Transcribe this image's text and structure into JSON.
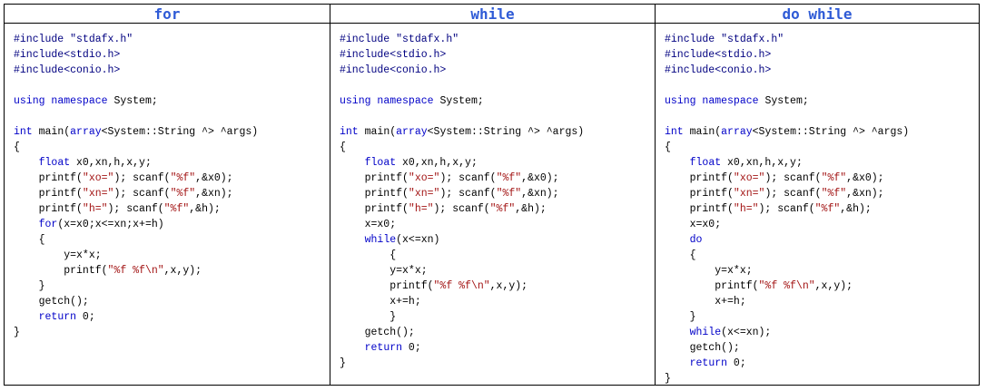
{
  "columns": [
    {
      "title": "for",
      "lines": [
        [
          [
            "d",
            "#include \"stdafx.h\""
          ]
        ],
        [
          [
            "d",
            "#include<stdio.h>"
          ]
        ],
        [
          [
            "d",
            "#include<conio.h>"
          ]
        ],
        [],
        [
          [
            "k",
            "using"
          ],
          [
            "t",
            " "
          ],
          [
            "k",
            "namespace"
          ],
          [
            "t",
            " System;"
          ]
        ],
        [],
        [
          [
            "k",
            "int"
          ],
          [
            "t",
            " main("
          ],
          [
            "k",
            "array"
          ],
          [
            "t",
            "<System::String ^> ^args)"
          ]
        ],
        [
          [
            "t",
            "{"
          ]
        ],
        [
          [
            "t",
            "    "
          ],
          [
            "k",
            "float"
          ],
          [
            "t",
            " x0,xn,h,x,y;"
          ]
        ],
        [
          [
            "t",
            "    printf("
          ],
          [
            "s",
            "\"xo=\""
          ],
          [
            "t",
            "); scanf("
          ],
          [
            "s",
            "\"%f\""
          ],
          [
            "t",
            ",&x0);"
          ]
        ],
        [
          [
            "t",
            "    printf("
          ],
          [
            "s",
            "\"xn=\""
          ],
          [
            "t",
            "); scanf("
          ],
          [
            "s",
            "\"%f\""
          ],
          [
            "t",
            ",&xn);"
          ]
        ],
        [
          [
            "t",
            "    printf("
          ],
          [
            "s",
            "\"h=\""
          ],
          [
            "t",
            "); scanf("
          ],
          [
            "s",
            "\"%f\""
          ],
          [
            "t",
            ",&h);"
          ]
        ],
        [
          [
            "t",
            "    "
          ],
          [
            "k",
            "for"
          ],
          [
            "t",
            "(x=x0;x<=xn;x+=h)"
          ]
        ],
        [
          [
            "t",
            "    {"
          ]
        ],
        [
          [
            "t",
            "        y=x*x;"
          ]
        ],
        [
          [
            "t",
            "        printf("
          ],
          [
            "s",
            "\"%f %f\\n\""
          ],
          [
            "t",
            ",x,y);"
          ]
        ],
        [
          [
            "t",
            "    }"
          ]
        ],
        [
          [
            "t",
            "    getch();"
          ]
        ],
        [
          [
            "t",
            "    "
          ],
          [
            "k",
            "return"
          ],
          [
            "t",
            " 0;"
          ]
        ],
        [
          [
            "t",
            "}"
          ]
        ]
      ]
    },
    {
      "title": "while",
      "lines": [
        [
          [
            "d",
            "#include \"stdafx.h\""
          ]
        ],
        [
          [
            "d",
            "#include<stdio.h>"
          ]
        ],
        [
          [
            "d",
            "#include<conio.h>"
          ]
        ],
        [],
        [
          [
            "k",
            "using"
          ],
          [
            "t",
            " "
          ],
          [
            "k",
            "namespace"
          ],
          [
            "t",
            " System;"
          ]
        ],
        [],
        [
          [
            "k",
            "int"
          ],
          [
            "t",
            " main("
          ],
          [
            "k",
            "array"
          ],
          [
            "t",
            "<System::String ^> ^args)"
          ]
        ],
        [
          [
            "t",
            "{"
          ]
        ],
        [
          [
            "t",
            "    "
          ],
          [
            "k",
            "float"
          ],
          [
            "t",
            " x0,xn,h,x,y;"
          ]
        ],
        [
          [
            "t",
            "    printf("
          ],
          [
            "s",
            "\"xo=\""
          ],
          [
            "t",
            "); scanf("
          ],
          [
            "s",
            "\"%f\""
          ],
          [
            "t",
            ",&x0);"
          ]
        ],
        [
          [
            "t",
            "    printf("
          ],
          [
            "s",
            "\"xn=\""
          ],
          [
            "t",
            "); scanf("
          ],
          [
            "s",
            "\"%f\""
          ],
          [
            "t",
            ",&xn);"
          ]
        ],
        [
          [
            "t",
            "    printf("
          ],
          [
            "s",
            "\"h=\""
          ],
          [
            "t",
            "); scanf("
          ],
          [
            "s",
            "\"%f\""
          ],
          [
            "t",
            ",&h);"
          ]
        ],
        [
          [
            "t",
            "    x=x0;"
          ]
        ],
        [
          [
            "t",
            "    "
          ],
          [
            "k",
            "while"
          ],
          [
            "t",
            "(x<=xn)"
          ]
        ],
        [
          [
            "t",
            "        {"
          ]
        ],
        [
          [
            "t",
            "        y=x*x;"
          ]
        ],
        [
          [
            "t",
            "        printf("
          ],
          [
            "s",
            "\"%f %f\\n\""
          ],
          [
            "t",
            ",x,y);"
          ]
        ],
        [
          [
            "t",
            "        x+=h;"
          ]
        ],
        [
          [
            "t",
            "        }"
          ]
        ],
        [
          [
            "t",
            "    getch();"
          ]
        ],
        [
          [
            "t",
            "    "
          ],
          [
            "k",
            "return"
          ],
          [
            "t",
            " 0;"
          ]
        ],
        [
          [
            "t",
            "}"
          ]
        ]
      ]
    },
    {
      "title": "do while",
      "lines": [
        [
          [
            "d",
            "#include \"stdafx.h\""
          ]
        ],
        [
          [
            "d",
            "#include<stdio.h>"
          ]
        ],
        [
          [
            "d",
            "#include<conio.h>"
          ]
        ],
        [],
        [
          [
            "k",
            "using"
          ],
          [
            "t",
            " "
          ],
          [
            "k",
            "namespace"
          ],
          [
            "t",
            " System;"
          ]
        ],
        [],
        [
          [
            "k",
            "int"
          ],
          [
            "t",
            " main("
          ],
          [
            "k",
            "array"
          ],
          [
            "t",
            "<System::String ^> ^args)"
          ]
        ],
        [
          [
            "t",
            "{"
          ]
        ],
        [
          [
            "t",
            "    "
          ],
          [
            "k",
            "float"
          ],
          [
            "t",
            " x0,xn,h,x,y;"
          ]
        ],
        [
          [
            "t",
            "    printf("
          ],
          [
            "s",
            "\"xo=\""
          ],
          [
            "t",
            "); scanf("
          ],
          [
            "s",
            "\"%f\""
          ],
          [
            "t",
            ",&x0);"
          ]
        ],
        [
          [
            "t",
            "    printf("
          ],
          [
            "s",
            "\"xn=\""
          ],
          [
            "t",
            "); scanf("
          ],
          [
            "s",
            "\"%f\""
          ],
          [
            "t",
            ",&xn);"
          ]
        ],
        [
          [
            "t",
            "    printf("
          ],
          [
            "s",
            "\"h=\""
          ],
          [
            "t",
            "); scanf("
          ],
          [
            "s",
            "\"%f\""
          ],
          [
            "t",
            ",&h);"
          ]
        ],
        [
          [
            "t",
            "    x=x0;"
          ]
        ],
        [
          [
            "t",
            "    "
          ],
          [
            "k",
            "do"
          ]
        ],
        [
          [
            "t",
            "    {"
          ]
        ],
        [
          [
            "t",
            "        y=x*x;"
          ]
        ],
        [
          [
            "t",
            "        printf("
          ],
          [
            "s",
            "\"%f %f\\n\""
          ],
          [
            "t",
            ",x,y);"
          ]
        ],
        [
          [
            "t",
            "        x+=h;"
          ]
        ],
        [
          [
            "t",
            "    }"
          ]
        ],
        [
          [
            "t",
            "    "
          ],
          [
            "k",
            "while"
          ],
          [
            "t",
            "(x<=xn);"
          ]
        ],
        [
          [
            "t",
            "    getch();"
          ]
        ],
        [
          [
            "t",
            "    "
          ],
          [
            "k",
            "return"
          ],
          [
            "t",
            " 0;"
          ]
        ],
        [
          [
            "t",
            "}"
          ]
        ]
      ]
    }
  ],
  "colors": {
    "header": "#2f5bd6",
    "keyword": "#0000c8",
    "string": "#a31515",
    "directive": "#000080"
  }
}
